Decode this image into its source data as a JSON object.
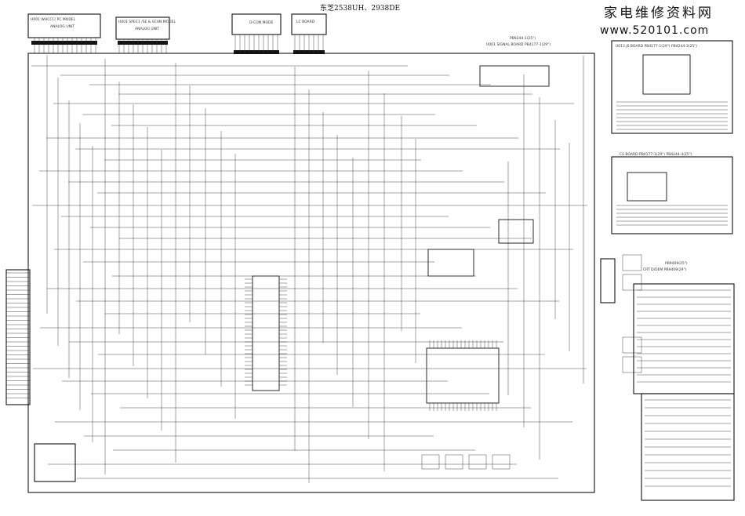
{
  "title": "东芝2538UH、2938DE",
  "watermark": {
    "line1": "家电维修资料网",
    "line2": "www.520101.com"
  },
  "boards": {
    "top_left_1": "H001 WHCCC/ PC MODEL",
    "top_left_1_sub": "ANALOG UNIT",
    "top_left_2": "H001 SPEC1 /SE & SCAN MODEL",
    "top_left_2_sub": "ANALOG UNIT",
    "top_mid_1": "D-CON MODE",
    "top_mid_2": "LC BOARD",
    "signal_board_1": "PB9244-1(25\")",
    "signal_board_2": "U001 SIGNAL BOARD PB4177-1(29\")",
    "right_top": "U013 JS BOARD PB4177-1(29\") PB4244-3(25\")",
    "right_mid": "CS BOARD PB4177-1(29\") PB4244-3(25\")",
    "right_lower_1": "PB9409(25\")",
    "right_lower_2": "CRT D/DEM PB9409(29\")"
  },
  "colors": {
    "ink": "#111111",
    "paper": "#ffffff"
  }
}
